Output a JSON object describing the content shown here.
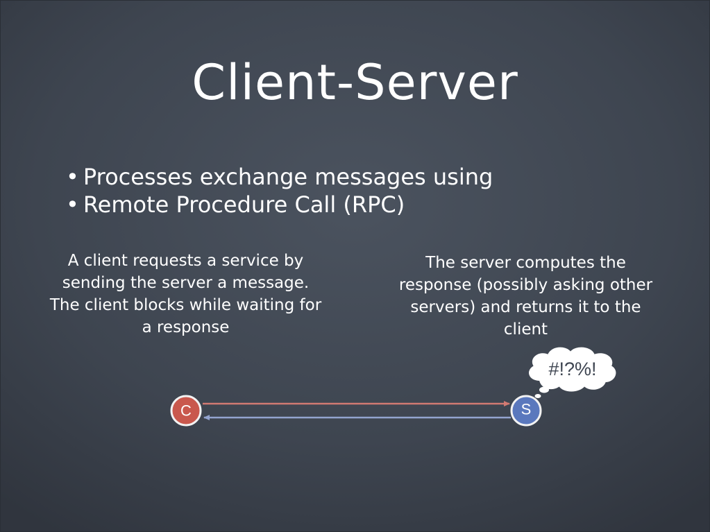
{
  "slide": {
    "title": "Client-Server",
    "bullets": [
      "Processes exchange messages using",
      "Remote Procedure Call (RPC)"
    ],
    "bullet_symbol": "•",
    "client_description": "A client requests a service by sending the server a message. The client blocks while waiting for a response",
    "server_description": "The server computes the response (possibly asking other servers) and returns it to the client"
  },
  "diagram": {
    "client_label": "C",
    "server_label": "S",
    "thought_text": "#!?%!",
    "colors": {
      "background": "#3f4652",
      "client_node": "#c9584d",
      "server_node": "#5a78bd",
      "request_arrow": "#d27a72",
      "response_arrow": "#93a4cf"
    }
  }
}
